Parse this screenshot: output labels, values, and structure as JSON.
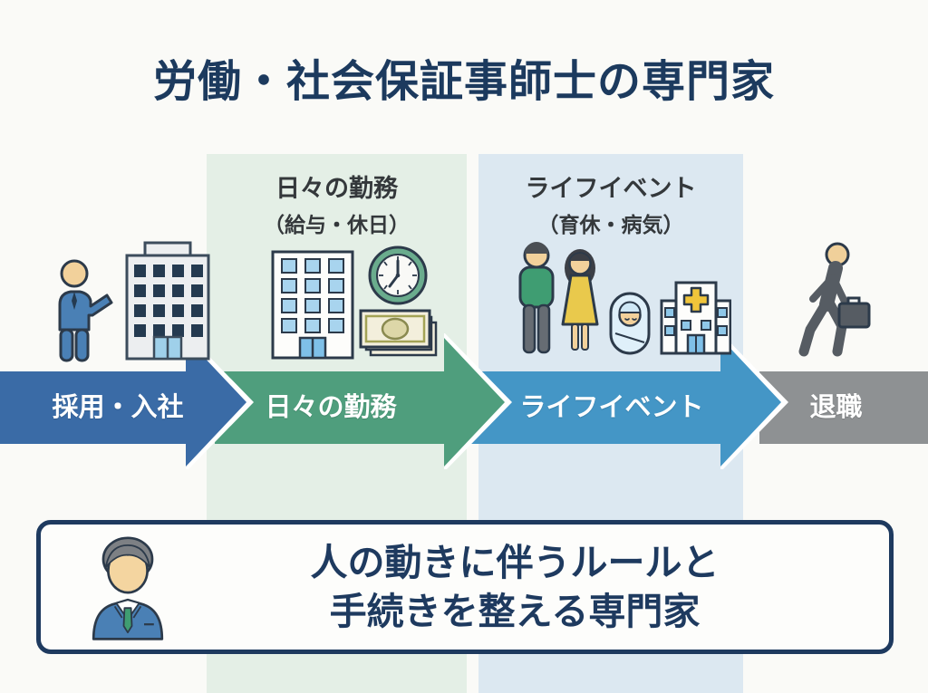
{
  "title": "労働・社会保証事師士の専門家",
  "columns": [
    {
      "id": "daily-work",
      "line1": "日々の勤務",
      "line2": "（給与・休日）",
      "bg": "#e4efe6"
    },
    {
      "id": "life-event",
      "line1": "ライフイベント",
      "line2": "（育休・病気）",
      "bg": "#dce8f1"
    }
  ],
  "stages": [
    {
      "label": "採用・入社",
      "color": "#3a6ba6"
    },
    {
      "label": "日々の勤務",
      "color": "#4f9e7d"
    },
    {
      "label": "ライフイベント",
      "color": "#4496c6"
    },
    {
      "label": "退職",
      "color": "#8e9193"
    }
  ],
  "icons": {
    "stage1": "businessman-greeting-office-building-icon",
    "stage2": "office-building-clock-money-icons",
    "stage3": "family-with-baby-and-hospital-icons",
    "stage4": "walking-businessman-with-briefcase-icon",
    "footer": "advisor-portrait-icon"
  },
  "footer": {
    "line1": "人の動きに伴うルールと",
    "line2": "手続きを整える専門家",
    "border_color": "#1e3a5f"
  },
  "colors": {
    "title_text": "#1c3a5e",
    "page_background": "#fafaf7",
    "column_green": "#e4efe6",
    "column_blue": "#dce8f1",
    "arrow_label_text": "#ffffff",
    "outline_dark": "#2c3a4a"
  }
}
